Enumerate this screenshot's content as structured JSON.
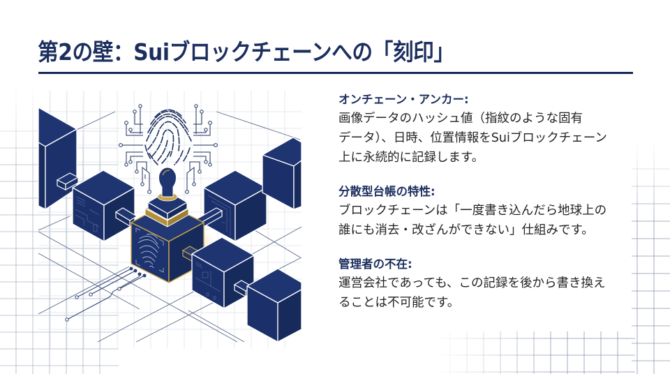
{
  "slide": {
    "title": "第2の壁：Suiブロックチェーンへの「刻印」",
    "colors": {
      "navy": "#1b2e5e",
      "cube_face": "#1e3470",
      "cube_dark": "#172a5c",
      "gold": "#c9a44a",
      "grid": "#8a97ad",
      "text": "#222222"
    },
    "illustration": {
      "description": "Isometric blockchain cubes connected in a chain, central cube stamped with a fingerprint seal, circuit-trace fingerprint above",
      "icons": [
        "fingerprint-icon",
        "stamp-icon",
        "blockchain-cube-icon",
        "circuit-trace-icon"
      ]
    },
    "sections": [
      {
        "heading": "オンチェーン・アンカー:",
        "lines": [
          "画像データのハッシュ値（指紋のような固有",
          "データ）、日時、位置情報をSuiブロックチェーン",
          "上に永続的に記録します。"
        ]
      },
      {
        "heading": "分散型台帳の特性:",
        "lines": [
          "ブロックチェーンは「一度書き込んだら地球上の",
          "誰にも消去・改ざんができない」仕組みです。"
        ]
      },
      {
        "heading": "管理者の不在:",
        "lines": [
          "運営会社であっても、この記録を後から書き換え",
          "ることは不可能です。"
        ]
      }
    ]
  }
}
